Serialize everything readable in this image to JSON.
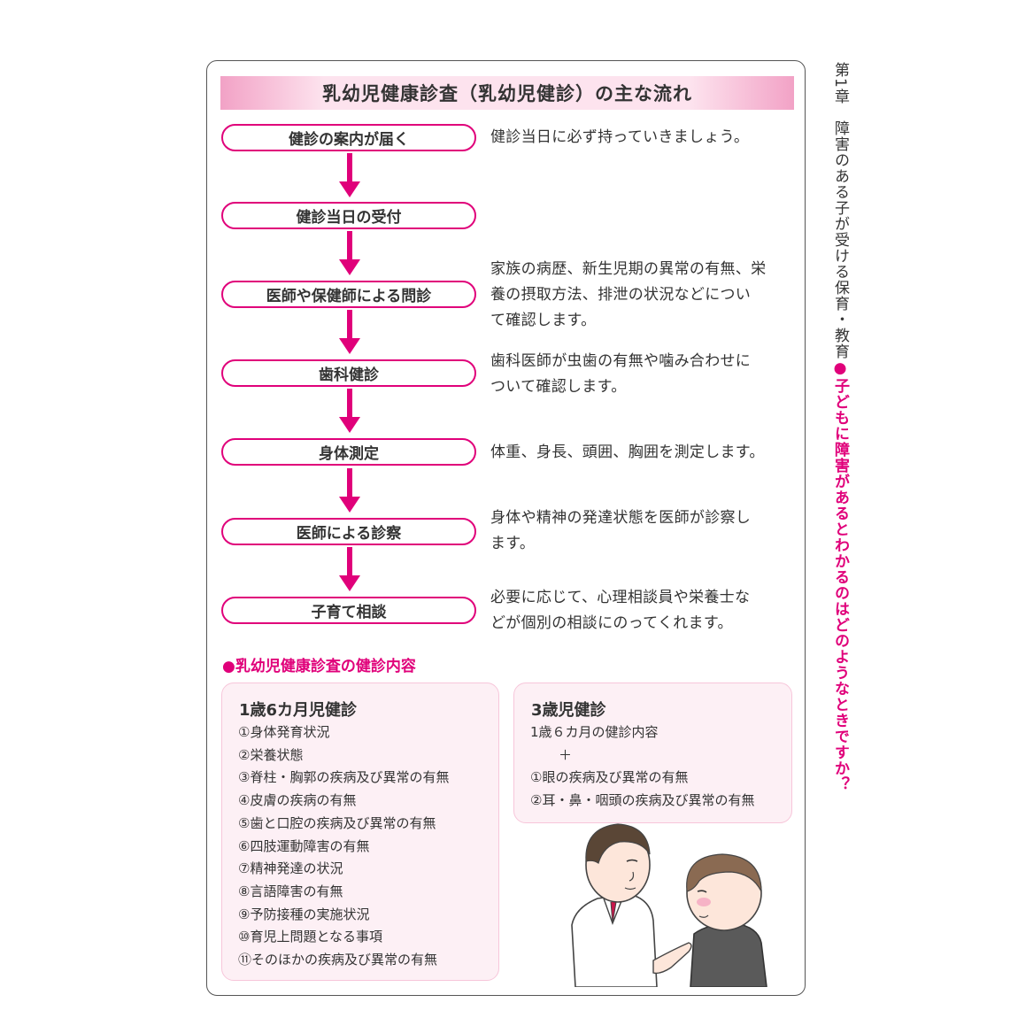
{
  "title": "乳幼児健康診査（乳幼児健診）の主な流れ",
  "flow": [
    {
      "step": "健診の案内が届く",
      "description": [
        "健診当日に必ず持っていきましょう。"
      ]
    },
    {
      "step": "健診当日の受付",
      "description": []
    },
    {
      "step": "医師や保健師による問診",
      "description": [
        "家族の病歴、新生児期の異常の有無、栄",
        "養の摂取方法、排泄の状況などについ",
        "て確認します。"
      ]
    },
    {
      "step": "歯科健診",
      "description": [
        "歯科医師が虫歯の有無や噛み合わせに",
        "ついて確認します。"
      ]
    },
    {
      "step": "身体測定",
      "description": [
        "体重、身長、頭囲、胸囲を測定します。"
      ]
    },
    {
      "step": "医師による診察",
      "description": [
        "身体や精神の発達状態を医師が診察し",
        "ます。"
      ]
    },
    {
      "step": "子育て相談",
      "description": [
        "必要に応じて、心理相談員や栄養士な",
        "どが個別の相談にのってくれます。"
      ]
    }
  ],
  "section_heading": "●乳幼児健康診査の健診内容",
  "checkup_18m": {
    "title": "1歳6カ月児健診",
    "items": [
      "①身体発育状況",
      "②栄養状態",
      "③脊柱・胸郭の疾病及び異常の有無",
      "④皮膚の疾病の有無",
      "⑤歯と口腔の疾病及び異常の有無",
      "⑥四肢運動障害の有無",
      "⑦精神発達の状況",
      "⑧言語障害の有無",
      "⑨予防接種の実施状況",
      "⑩育児上問題となる事項",
      "⑪そのほかの疾病及び異常の有無"
    ]
  },
  "checkup_3y": {
    "title": "3歳児健診",
    "lines": [
      "1歳６カ月の健診内容",
      "＋",
      "①眼の疾病及び異常の有無",
      "②耳・鼻・咽頭の疾病及び異常の有無"
    ]
  },
  "chapter": {
    "label": "第1章　障害のある子が受ける保育・教育",
    "bullet": "●",
    "question": "子どもに障害があるとわかるのはどのようなときですか？"
  },
  "colors": {
    "accent": "#e0007a",
    "box_fill": "#fdf0f5",
    "banner": "#f2a2c6"
  }
}
